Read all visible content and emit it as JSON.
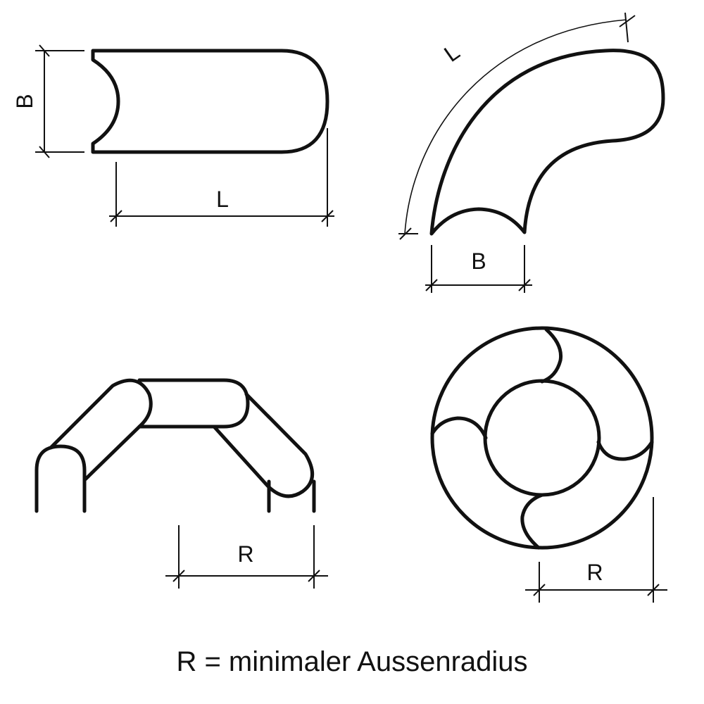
{
  "straight_piece": {
    "label_width": "B",
    "label_length": "L"
  },
  "bend_piece": {
    "label_length": "L",
    "label_width": "B"
  },
  "arch_assembly": {
    "label_radius": "R"
  },
  "ring_assembly": {
    "label_radius": "R"
  },
  "caption": "R = minimaler Aussenradius",
  "colors": {
    "line": "#111111",
    "background": "#ffffff"
  }
}
